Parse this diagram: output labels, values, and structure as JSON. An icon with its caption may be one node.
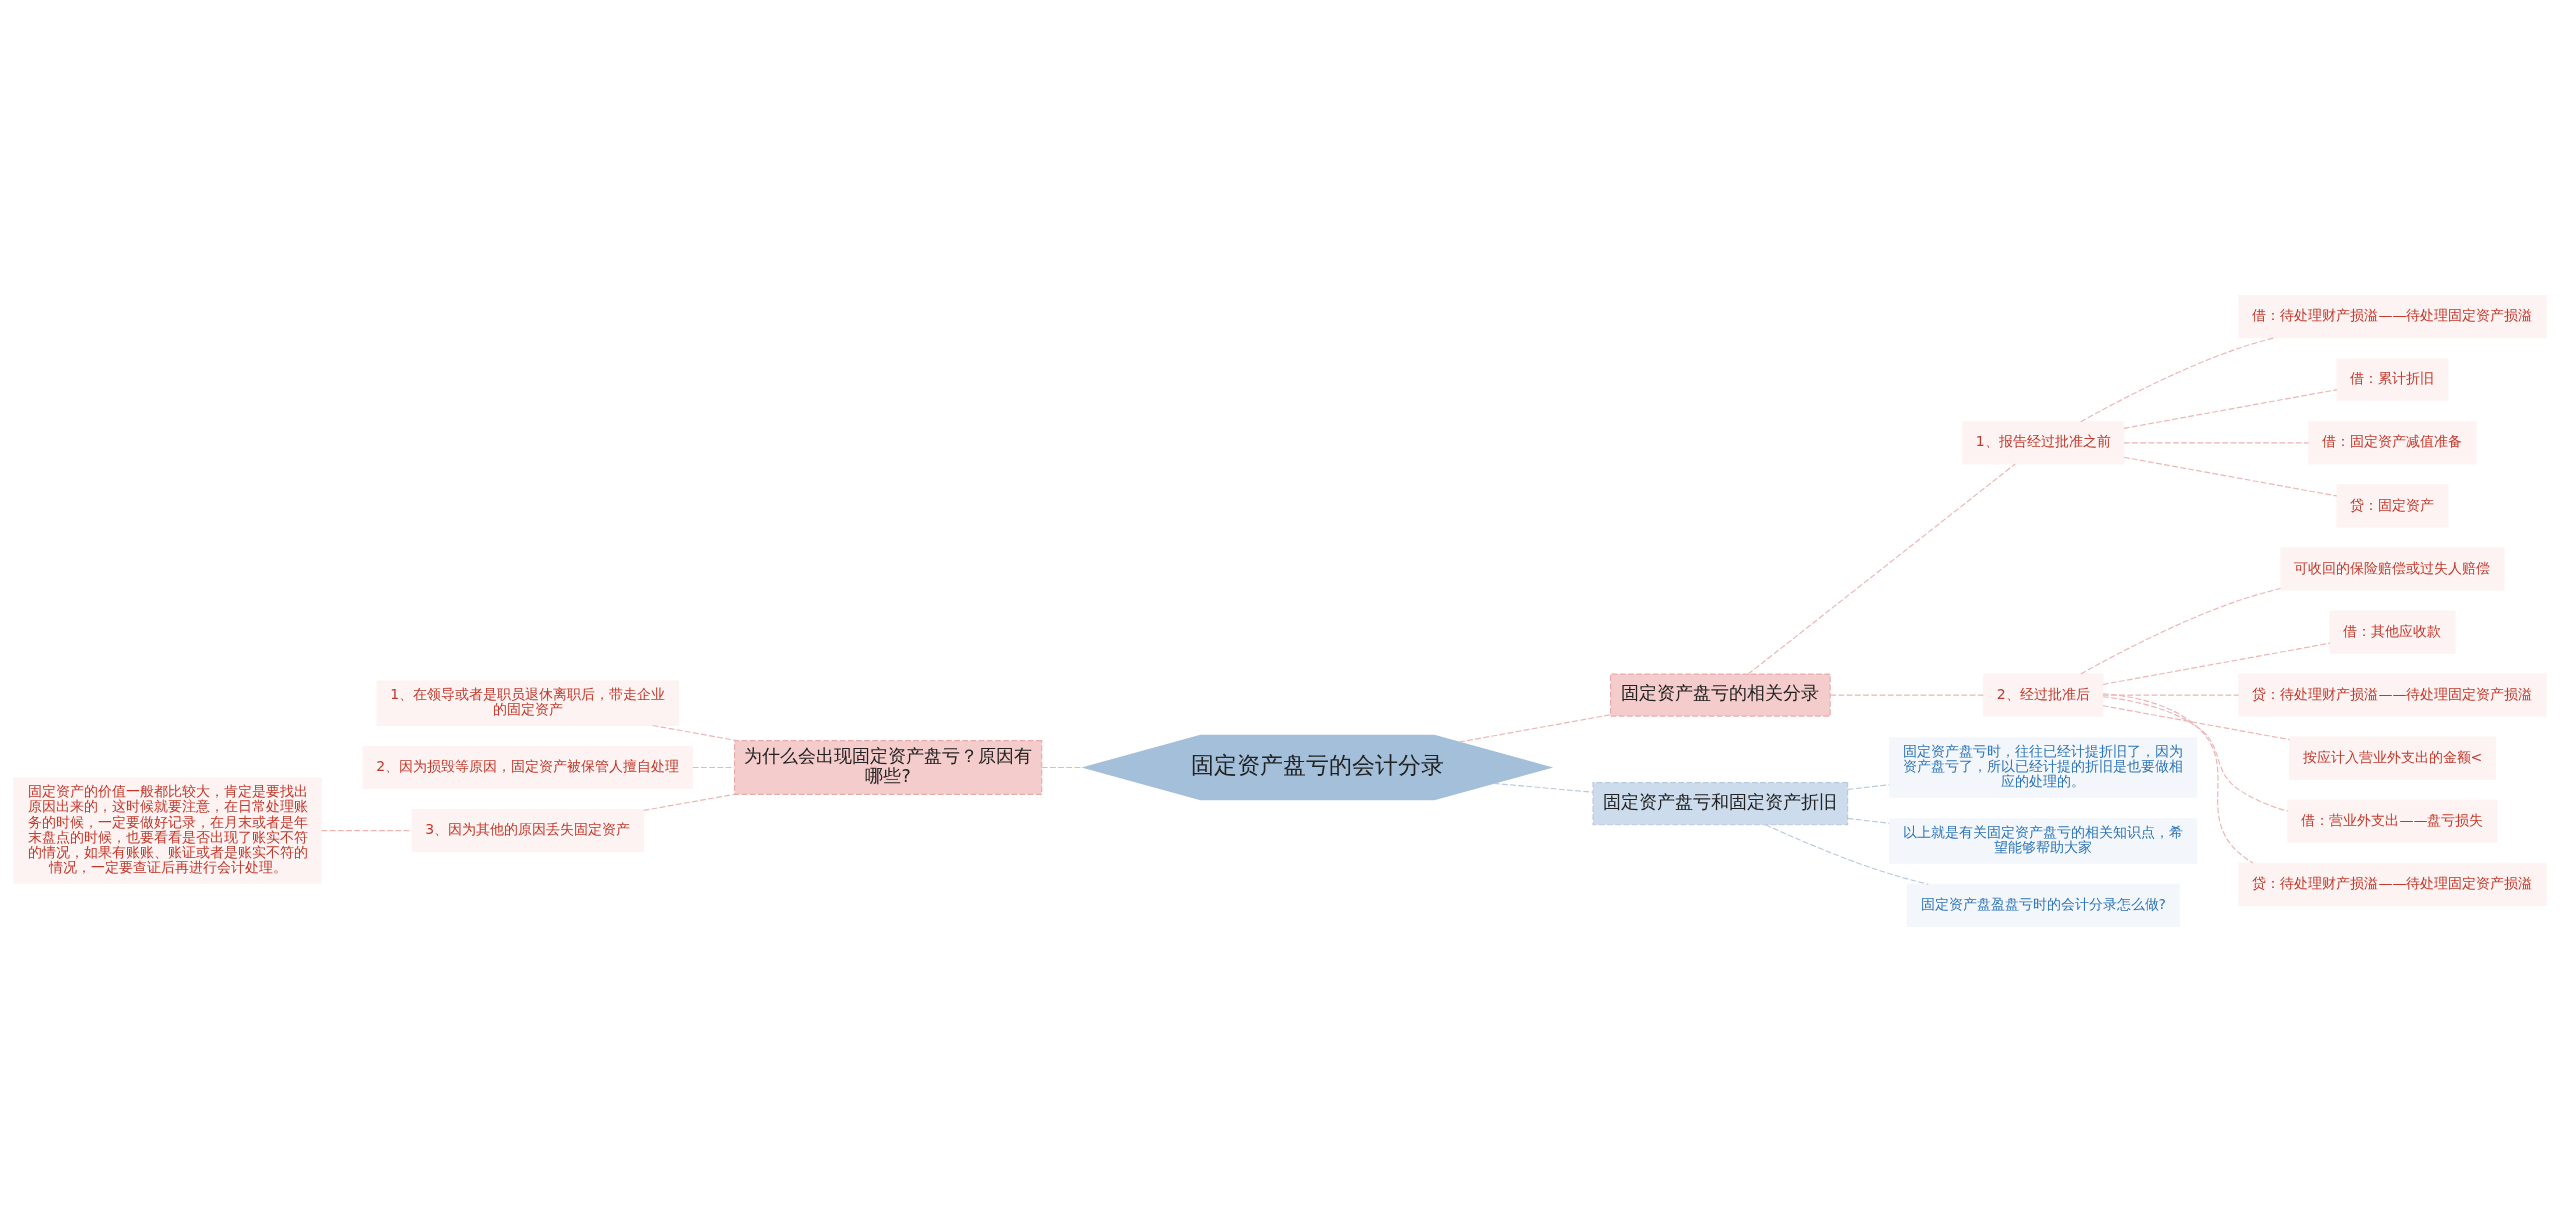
{
  "diagram": {
    "nodes": [
      {
        "text": [
          "固定资产盘亏的会计分录"
        ]
      },
      {
        "text": [
          "为什么会出现固定资产盘亏？原因有哪些?"
        ]
      },
      {
        "text": [
          "1、在领导或者是职员退休离职后，带走企业的固定资产"
        ]
      },
      {
        "text": [
          "2、因为损毁等原因，固定资产被保管人擅自处理"
        ]
      },
      {
        "text": [
          "3、因为其他的原因丢失固定资产"
        ]
      },
      {
        "text": [
          "固定资产的价值一般都比较大，肯定是要找出原因出来的，这时候就要注意，在日常处理账务的时候，一定要做好记录，在月末或者是年末盘点的时候，也要看看是否出现了账实不符的情况，如果有账账、账证或者是账实不符的情况，一定要查证后再进行会计处理。"
        ]
      },
      {
        "text": [
          "固定资产盘亏的相关分录"
        ]
      },
      {
        "text": [
          "1、报告经过批准之前"
        ]
      },
      {
        "text": [
          "借：待处理财产损溢——待处理固定资产损溢"
        ]
      },
      {
        "text": [
          "借：累计折旧"
        ]
      },
      {
        "text": [
          "借：固定资产减值准备"
        ]
      },
      {
        "text": [
          "贷：固定资产"
        ]
      },
      {
        "text": [
          "2、经过批准后"
        ]
      },
      {
        "text": [
          "可收回的保险赔偿或过失人赔偿"
        ]
      },
      {
        "text": [
          "借：其他应收款"
        ]
      },
      {
        "text": [
          "贷：待处理财产损溢——待处理固定资产损溢"
        ]
      },
      {
        "text": [
          "按应计入营业外支出的金额<"
        ]
      },
      {
        "text": [
          "借：营业外支出——盘亏损失"
        ]
      },
      {
        "text": [
          "贷：待处理财产损溢——待处理固定资产损溢"
        ]
      },
      {
        "text": [
          "固定资产盘亏和固定资产折旧"
        ]
      },
      {
        "text": [
          "固定资产盘亏时，往往已经计提折旧了，因为资产盘亏了，所以已经计提的折旧是也要做相应的处理的。"
        ]
      },
      {
        "text": [
          "以上就是有关固定资产盘亏的相关知识点，希望能够帮助大家"
        ]
      },
      {
        "text": [
          "固定资产盘盈盘亏时的会计分录怎么做?"
        ]
      }
    ],
    "edges": [
      {
        "from": 0,
        "to": 1,
        "arrow": "none",
        "style": "dashed"
      },
      {
        "from": 1,
        "to": 2,
        "arrow": "none",
        "style": "dashed"
      },
      {
        "from": 1,
        "to": 3,
        "arrow": "none",
        "style": "dashed"
      },
      {
        "from": 1,
        "to": 4,
        "arrow": "none",
        "style": "dashed"
      },
      {
        "from": 4,
        "to": 5,
        "arrow": "none",
        "style": "dashed"
      },
      {
        "from": 0,
        "to": 6,
        "arrow": "none",
        "style": "dashed"
      },
      {
        "from": 6,
        "to": 7,
        "arrow": "none",
        "style": "dashed"
      },
      {
        "from": 7,
        "to": 8,
        "arrow": "none",
        "style": "dashed"
      },
      {
        "from": 7,
        "to": 9,
        "arrow": "none",
        "style": "dashed"
      },
      {
        "from": 7,
        "to": 10,
        "arrow": "none",
        "style": "dashed"
      },
      {
        "from": 7,
        "to": 11,
        "arrow": "none",
        "style": "dashed"
      },
      {
        "from": 6,
        "to": 12,
        "arrow": "none",
        "style": "dashed"
      },
      {
        "from": 12,
        "to": 13,
        "arrow": "none",
        "style": "dashed"
      },
      {
        "from": 12,
        "to": 14,
        "arrow": "none",
        "style": "dashed"
      },
      {
        "from": 12,
        "to": 15,
        "arrow": "none",
        "style": "dashed"
      },
      {
        "from": 12,
        "to": 16,
        "arrow": "none",
        "style": "dashed"
      },
      {
        "from": 12,
        "to": 17,
        "arrow": "none",
        "style": "dashed"
      },
      {
        "from": 12,
        "to": 18,
        "arrow": "none",
        "style": "dashed"
      },
      {
        "from": 0,
        "to": 19,
        "arrow": "none",
        "style": "dashed",
        "color": "#b9c9dd"
      },
      {
        "from": 19,
        "to": 20,
        "arrow": "none",
        "style": "dashed",
        "color": "#b9c9dd"
      },
      {
        "from": 19,
        "to": 21,
        "arrow": "none",
        "style": "dashed",
        "color": "#b9c9dd"
      },
      {
        "from": 19,
        "to": 22,
        "arrow": "none",
        "style": "dashed",
        "color": "#b9c9dd"
      }
    ]
  }
}
